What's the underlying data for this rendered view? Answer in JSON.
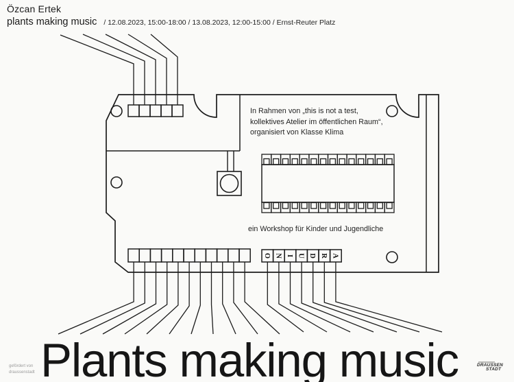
{
  "poster": {
    "background": "#fafaf8",
    "line_color": "#1c1c1c"
  },
  "header": {
    "artist": "Özcan Ertek",
    "project": "plants making music",
    "schedule": "/ 12.08.2023, 15:00-18:00 / 13.08.2023, 12:00-15:00 / Ernst-Reuter Platz"
  },
  "board": {
    "context_note": "In Rahmen von „this is not a test,\nkollektives Atelier im öffentlichen Raum“,\norganisiert von Klasse Klima",
    "workshop_note": "ein Workshop für Kinder und Jugendliche",
    "connector_letters": [
      "O",
      "N",
      "I",
      "U",
      "D",
      "R",
      "A"
    ],
    "top_connector_pads": 5,
    "bottom_connector_pads": 11,
    "chip_pins_per_side": 14,
    "mounting_holes": 4
  },
  "title": "Plants making music",
  "footer": {
    "funding": "gefördert von\ndraussenstadt",
    "logo_word1": "DRAUSSEN",
    "logo_word2": "STADT"
  }
}
